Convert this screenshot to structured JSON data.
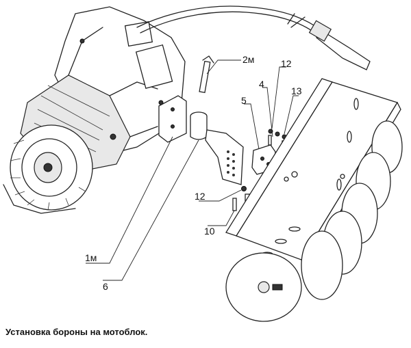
{
  "labels": {
    "part_2m": "2м",
    "part_12_top": "12",
    "part_4": "4",
    "part_13": "13",
    "part_5": "5",
    "part_12_bottom": "12",
    "part_10": "10",
    "part_1m": "1м",
    "part_6": "6"
  },
  "caption": "Установка бороны на мотоблок."
}
